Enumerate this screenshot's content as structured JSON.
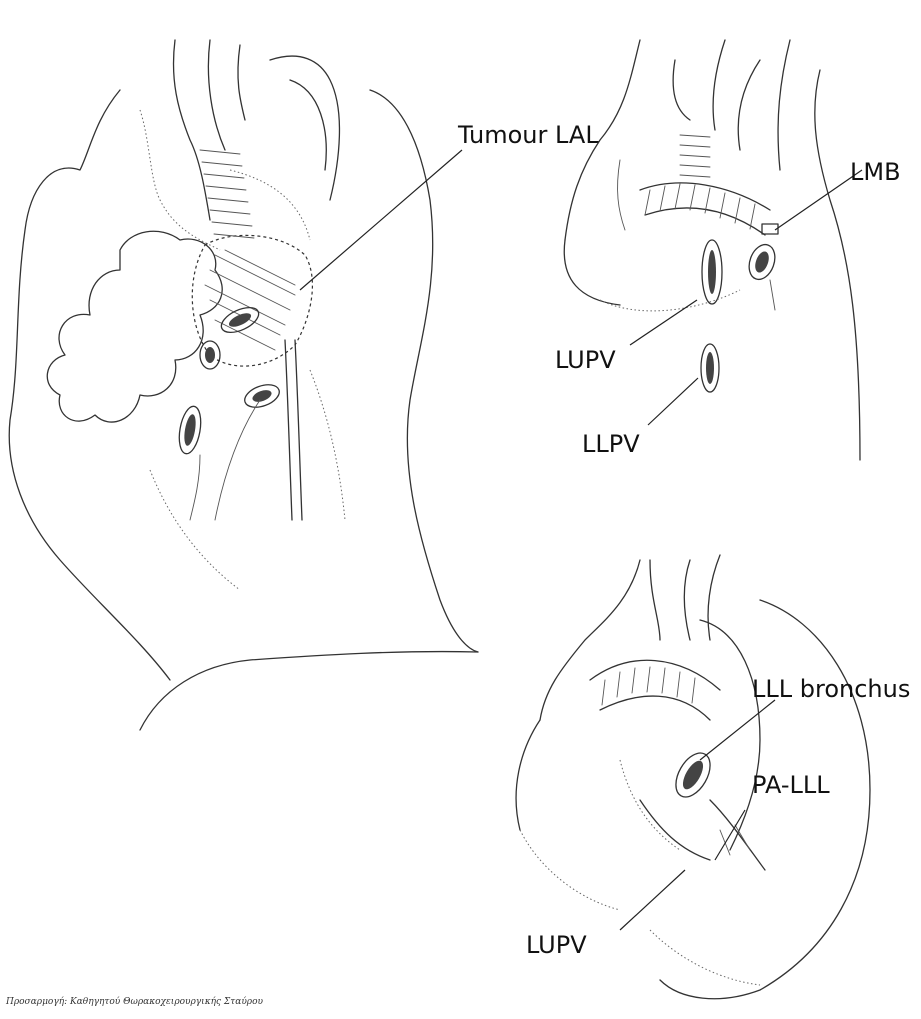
{
  "labels": {
    "tumour": "Tumour LAL",
    "lmb": "LMB",
    "lupv_top": "LUPV",
    "llpv": "LLPV",
    "lll_bronchus": "LLL bronchus",
    "pa_lll": "PA-LLL",
    "lupv_bottom": "LUPV"
  },
  "credit": "Προσαρμογή: Καθηγητού Θωρακοχειρουργικής Σταύρου"
}
